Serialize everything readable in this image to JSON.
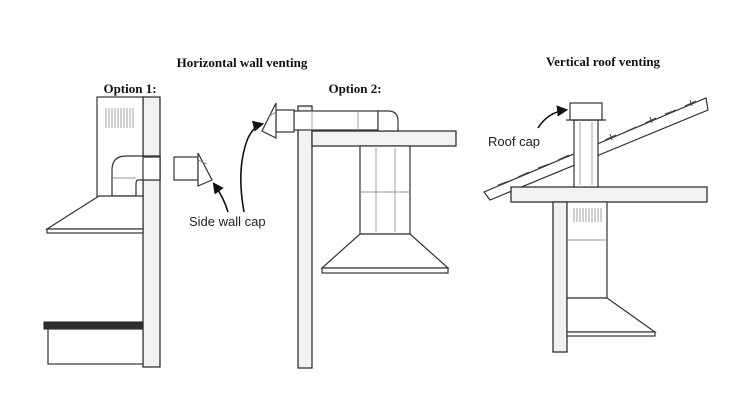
{
  "headings": {
    "horizontal": "Horizontal wall venting",
    "vertical": "Vertical roof venting"
  },
  "options": {
    "option1": "Option 1:",
    "option2": "Option 2:"
  },
  "callouts": {
    "side_wall_cap": "Side wall cap",
    "roof_cap": "Roof cap"
  }
}
